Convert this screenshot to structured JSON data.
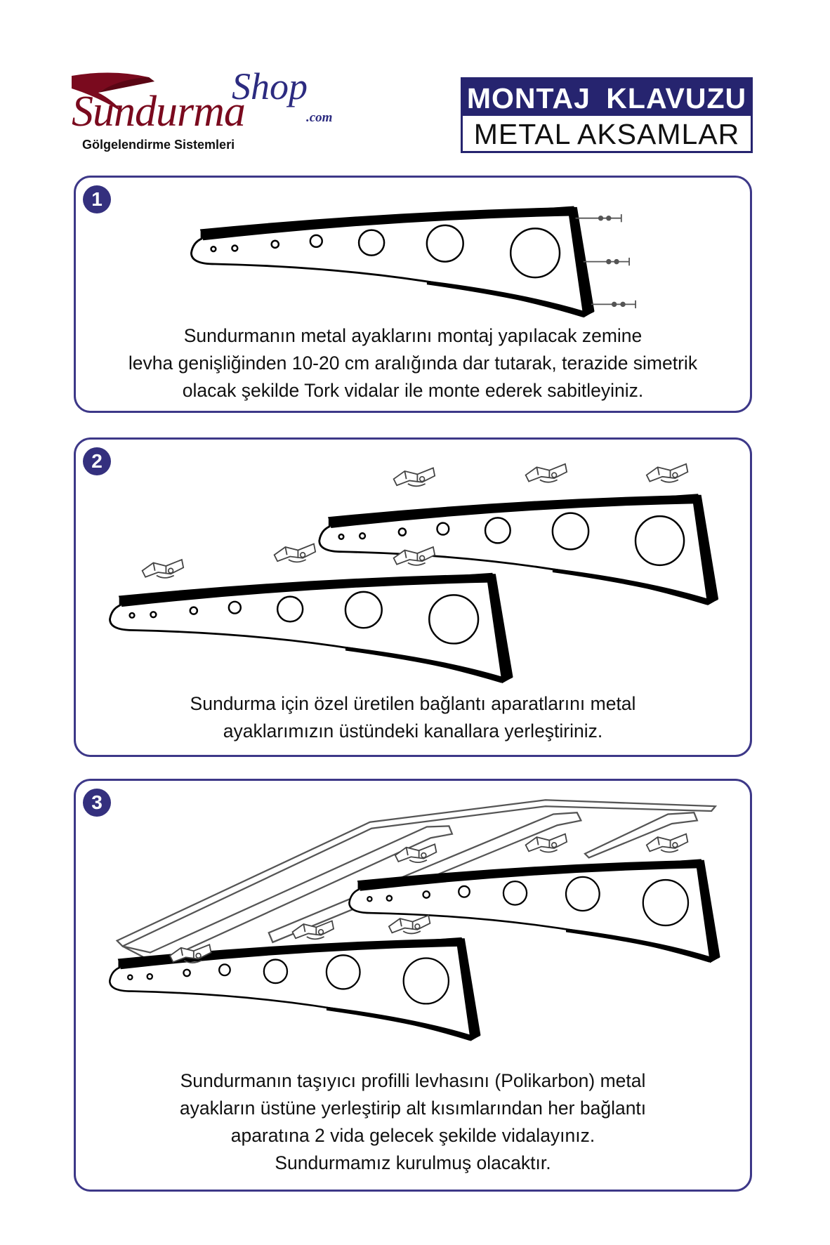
{
  "logo": {
    "brand": "Sundurma",
    "shop": "Shop",
    "domain": ".com",
    "tagline": "Gölgelendirme Sistemleri"
  },
  "title": {
    "main": "MONTAJ KLAVUZU",
    "sub": "METAL AKSAMLAR"
  },
  "colors": {
    "navy": "#26246f",
    "brand_red": "#7a0a1e",
    "panel_border": "#3d3888"
  },
  "steps": [
    {
      "number": "1",
      "lines": [
        "Sundurmanın metal ayaklarını montaj yapılacak zemine",
        "levha genişliğinden 10-20 cm aralığında dar tutarak, terazide simetrik",
        "olacak şekilde Tork vidalar ile monte ederek sabitleyiniz."
      ]
    },
    {
      "number": "2",
      "lines": [
        "Sundurma için özel üretilen bağlantı aparatlarını metal",
        "ayaklarımızın üstündeki kanallara yerleştiriniz."
      ]
    },
    {
      "number": "3",
      "lines": [
        "Sundurmanın taşıyıcı profilli levhasını (Polikarbon) metal",
        "ayakların üstüne yerleştirip alt kısımlarından her bağlantı",
        "aparatına 2 vida gelecek şekilde vidalayınız.",
        "Sundurmamız kurulmuş olacaktır."
      ]
    }
  ]
}
